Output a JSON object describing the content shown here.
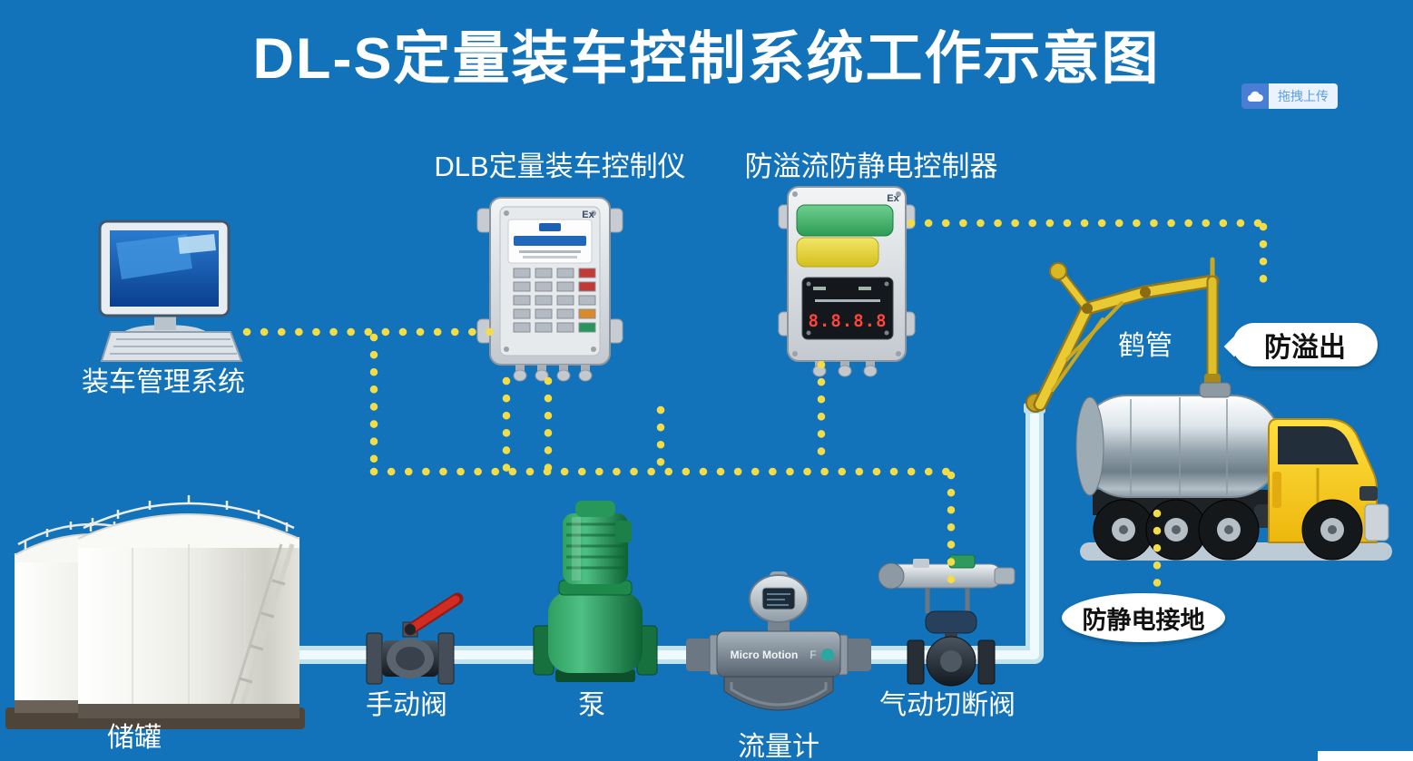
{
  "page": {
    "title": "DL-S定量装车控制系统工作示意图",
    "background_color": "#1273ba"
  },
  "upload_widget": {
    "label": "拖拽上传",
    "icon": "cloud-upload-icon"
  },
  "component_labels": {
    "computer": "装车管理系统",
    "dlb_controller": "DLB定量装车控制仪",
    "overflow_controller": "防溢流防静电控制器",
    "loading_arm": "鹤管",
    "storage_tank": "储罐",
    "manual_valve": "手动阀",
    "pump": "泵",
    "flow_meter": "流量计",
    "pneumatic_valve": "气动切断阀"
  },
  "callouts": {
    "overflow_prevention": "防溢出",
    "antistatic_grounding": "防静电接地"
  },
  "device_texts": {
    "dlb_ex_mark": "Ex",
    "overflow_ex_mark": "Ex",
    "display_digits": "8.8.8.8",
    "flow_meter_brand": "Micro Motion",
    "flow_meter_model": "F"
  },
  "colors": {
    "background": "#1273ba",
    "signal_dot": "#f2dc48",
    "pipe": "#d9eef7",
    "loading_arm_yellow": "#e9ca32",
    "pump_green": "#1f9152",
    "truck_cab_yellow": "#f6c91b",
    "valve_handle_red": "#d22b22"
  }
}
